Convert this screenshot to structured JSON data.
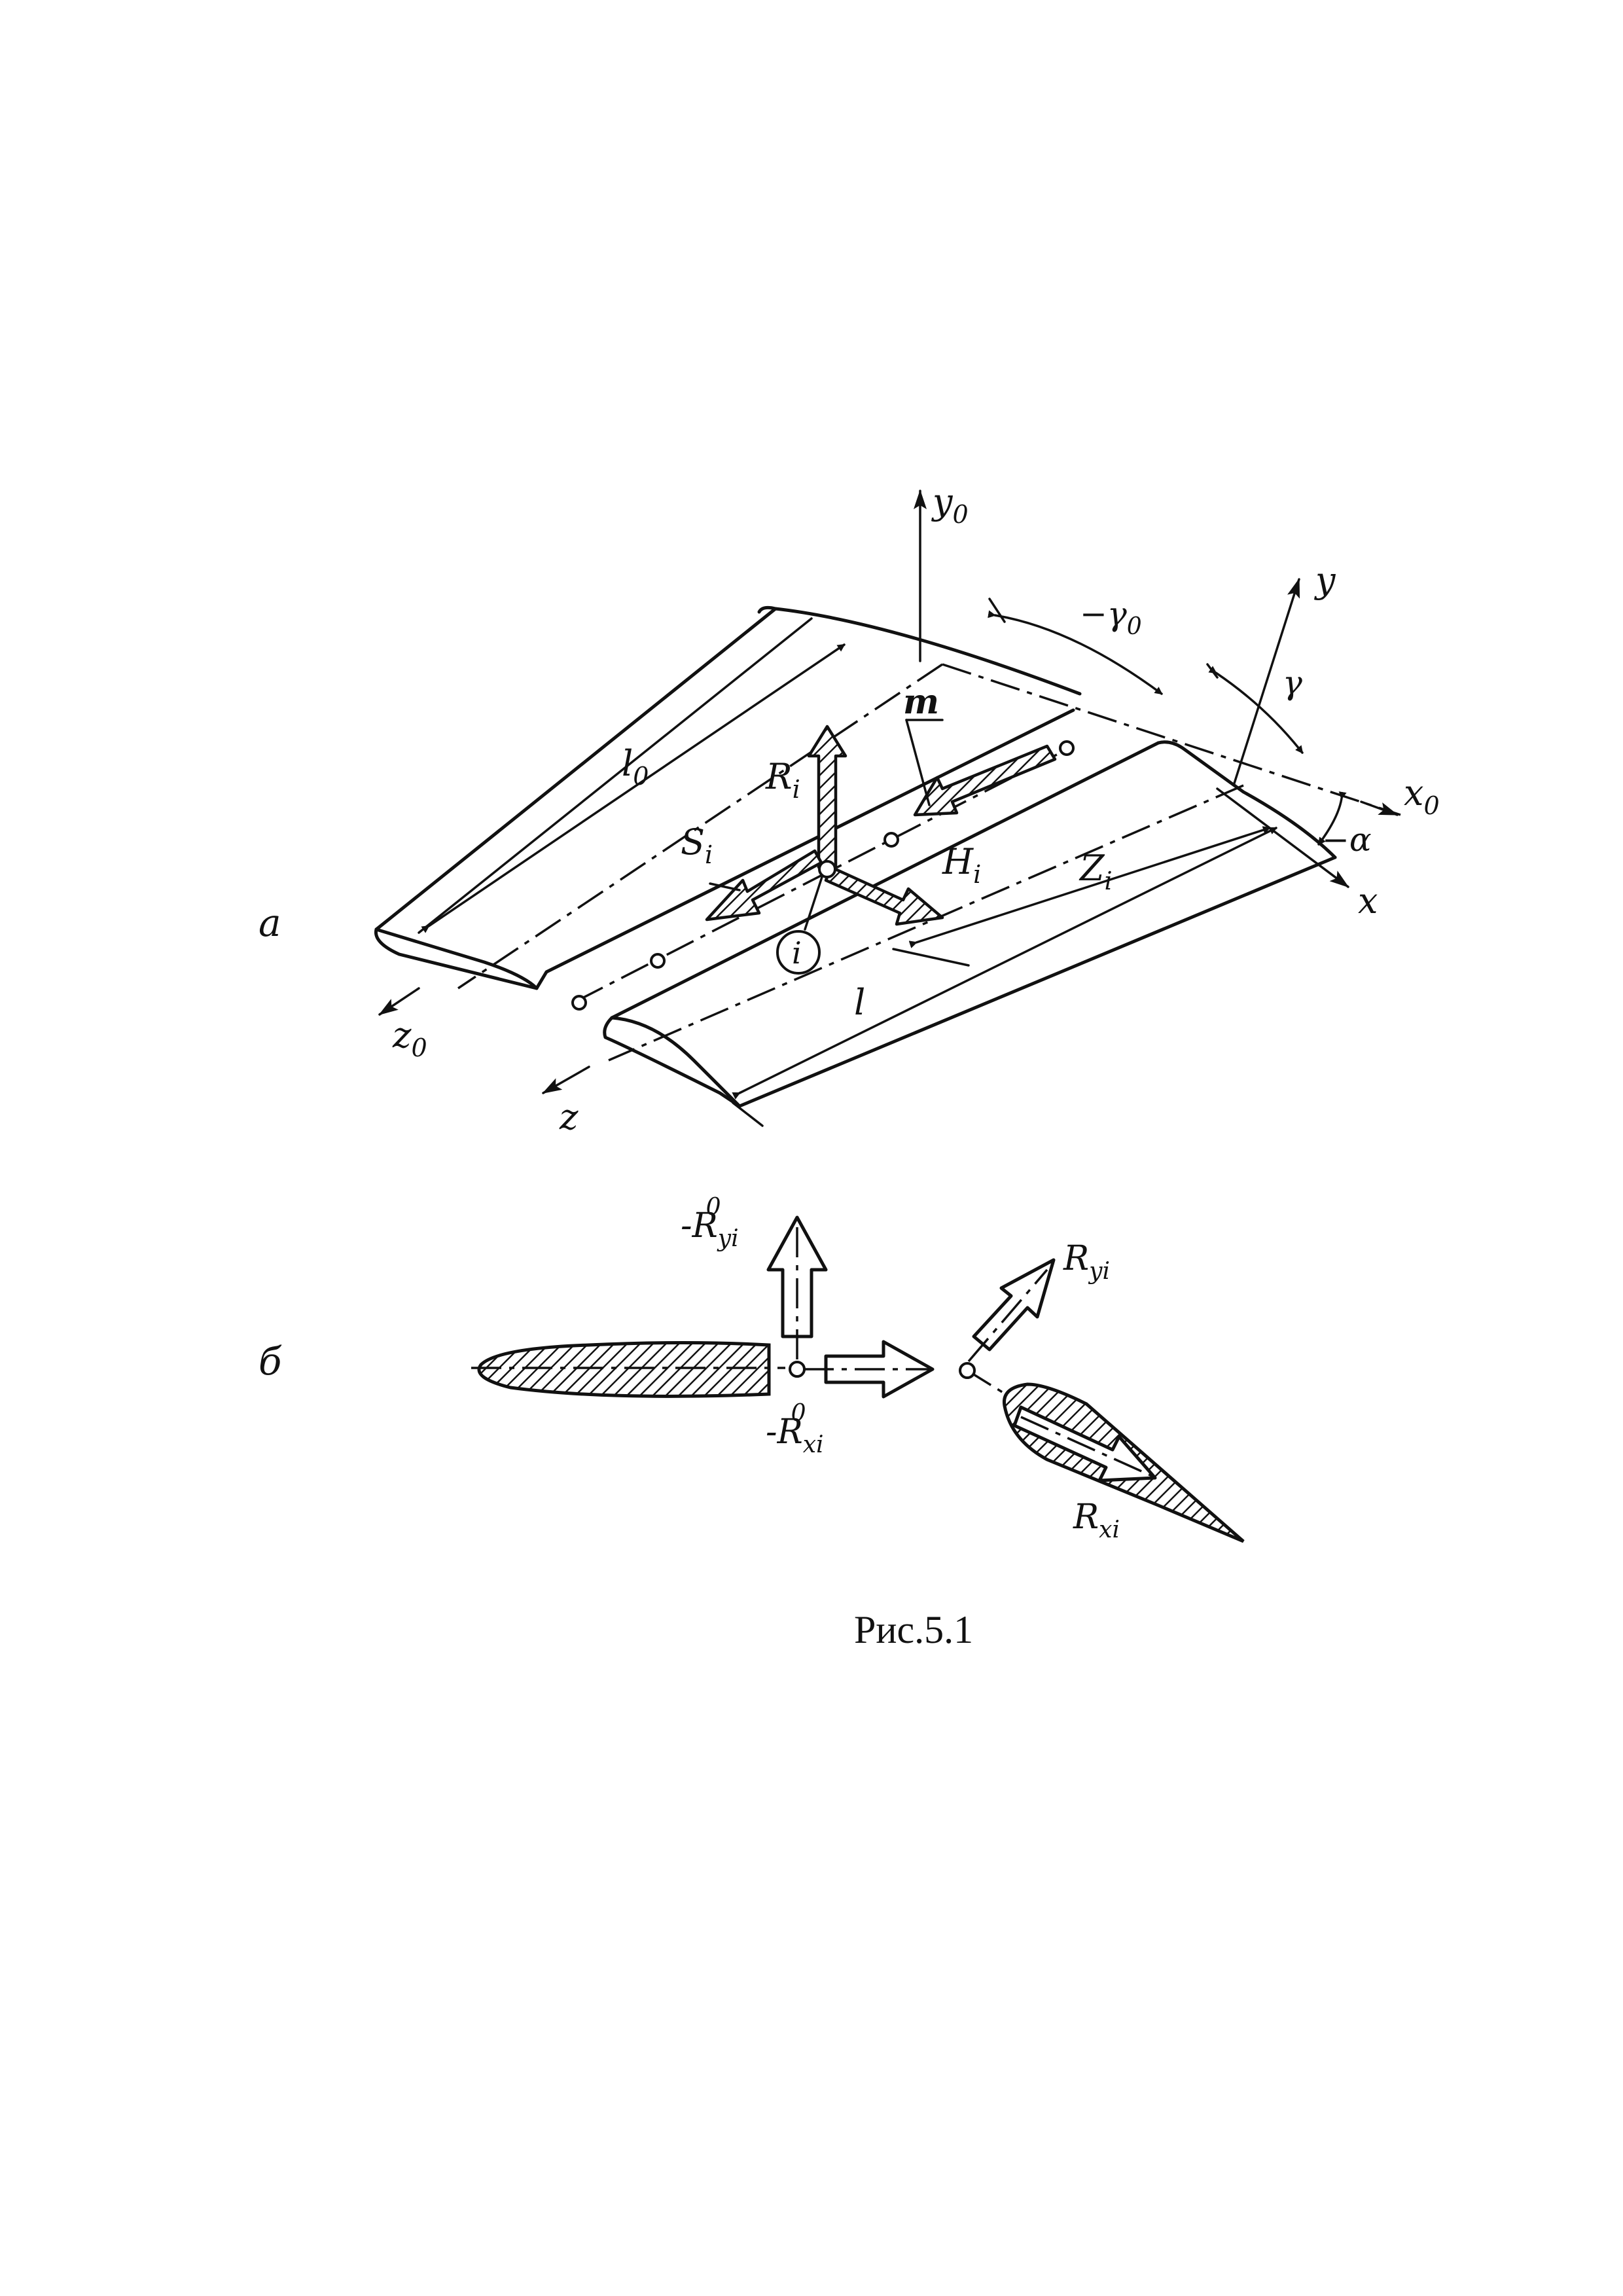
{
  "panel_labels": {
    "a": "а",
    "b": "б"
  },
  "caption": "Рис.5.1",
  "axes": {
    "y0": {
      "base": "y",
      "sub": "0"
    },
    "y": {
      "base": "y"
    },
    "x0": {
      "base": "x",
      "sub": "0"
    },
    "x": {
      "base": "x"
    },
    "z0": {
      "base": "z",
      "sub": "0"
    },
    "z": {
      "base": "z"
    }
  },
  "angles": {
    "gamma0": "−γ",
    "gamma0_sub": "0",
    "gamma": "γ",
    "alpha": "−α"
  },
  "dimensions": {
    "l0": {
      "base": "l",
      "sub": "0"
    },
    "l": {
      "base": "l"
    },
    "Zi": {
      "base": "Z",
      "sub": "i"
    }
  },
  "forces": {
    "Ri": {
      "base": "R",
      "sub": "i"
    },
    "Si": {
      "base": "S",
      "sub": "i"
    },
    "Hi": {
      "base": "H",
      "sub": "i"
    },
    "moment": "m",
    "node": "i"
  },
  "section_b": {
    "Ryi0": {
      "prefix": "-",
      "base": "R",
      "sub": "yi",
      "sup": "0"
    },
    "Rxi0": {
      "prefix": "-",
      "base": "R",
      "sub": "xi",
      "sup": "0"
    },
    "Ryi": {
      "base": "R",
      "sub": "yi"
    },
    "Rxi": {
      "base": "R",
      "sub": "xi"
    }
  }
}
